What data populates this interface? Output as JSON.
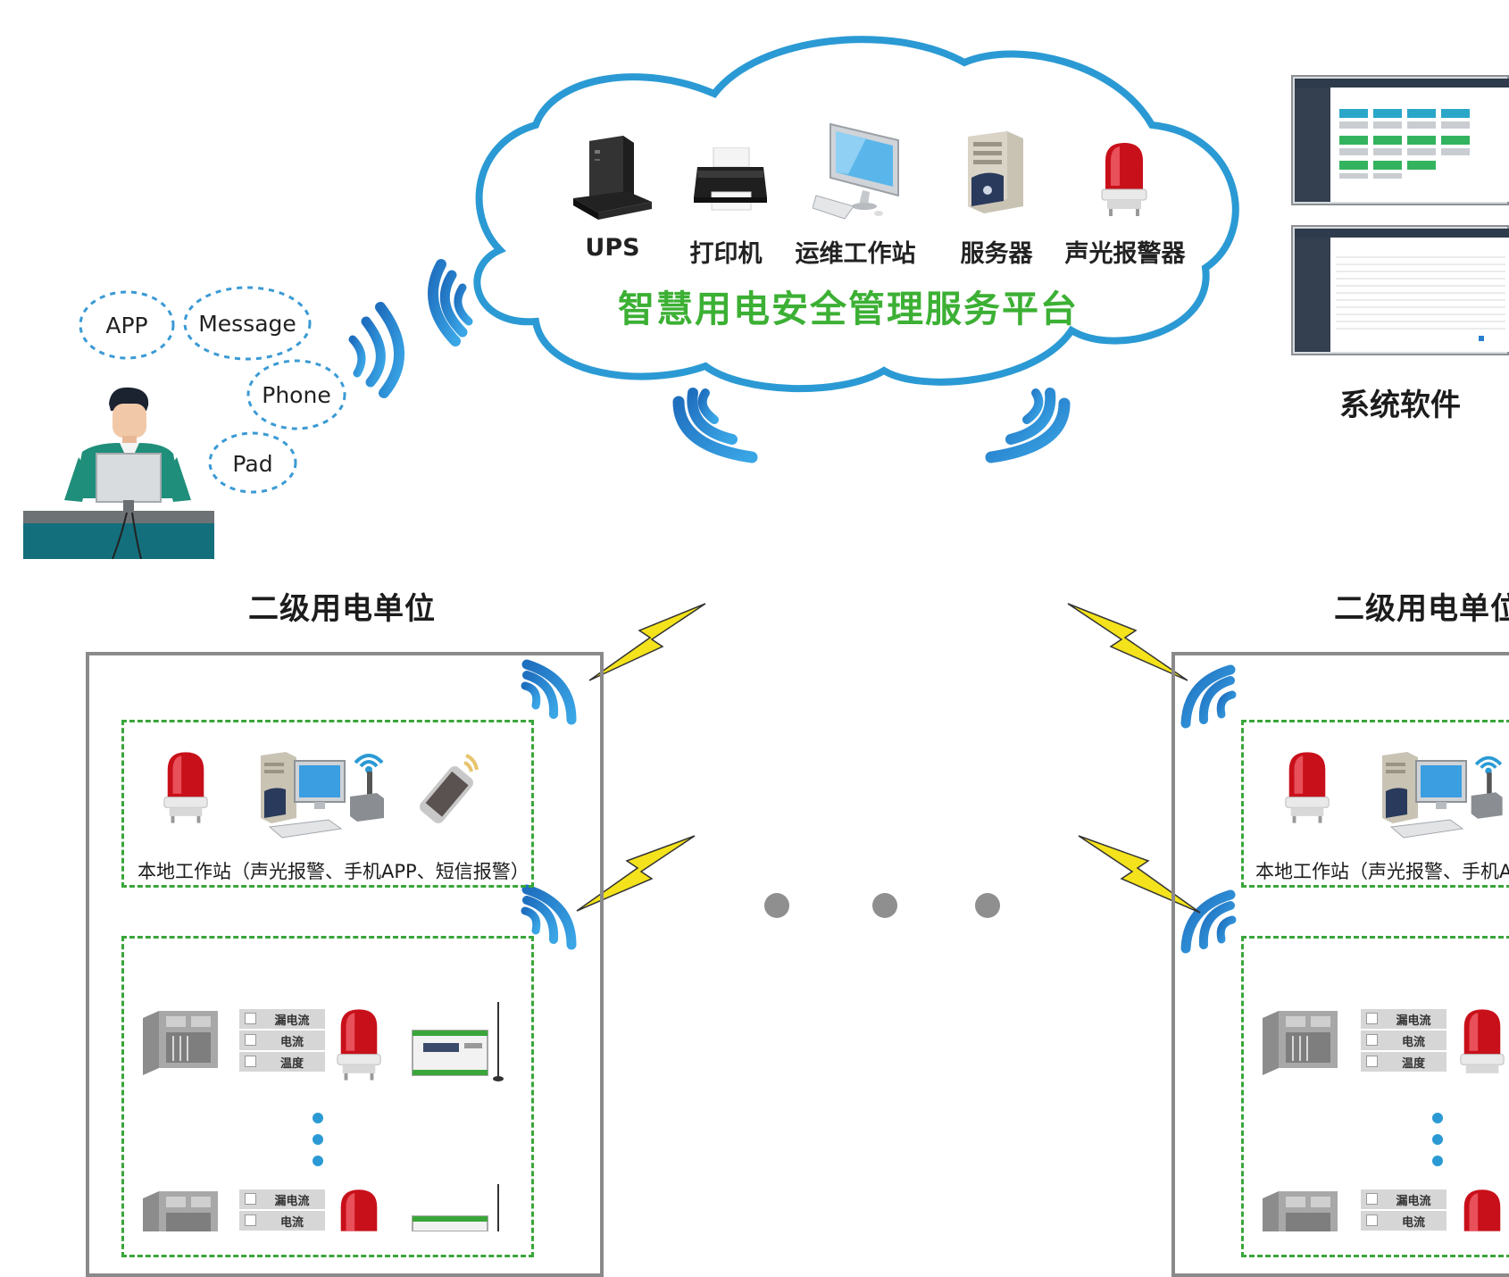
{
  "cloud": {
    "items": [
      {
        "label": "UPS",
        "icon": "ups-icon"
      },
      {
        "label": "打印机",
        "icon": "printer-icon"
      },
      {
        "label": "运维工作站",
        "icon": "workstation-icon"
      },
      {
        "label": "服务器",
        "icon": "server-icon"
      },
      {
        "label": "声光报警器",
        "icon": "alarm-light-icon"
      }
    ],
    "platform_title": "智慧用电安全管理服务平台"
  },
  "user_terminals": {
    "bubbles": [
      "APP",
      "Message",
      "Phone",
      "Pad"
    ]
  },
  "system_software": {
    "label": "系统软件"
  },
  "units": [
    {
      "title": "二级用电单位",
      "workstation_caption": "本地工作站（声光报警、手机APP、短信报警）",
      "sensor_tags": [
        "漏电流",
        "电流",
        "温度"
      ],
      "sensor_tags_partial": [
        "漏电流",
        "电流"
      ]
    },
    {
      "title": "二级用电单位",
      "workstation_caption": "本地工作站（声光报警、手机APP、短信报警）",
      "sensor_tags": [
        "漏电流",
        "电流",
        "温度"
      ],
      "sensor_tags_partial": [
        "漏电流",
        "电流"
      ]
    }
  ],
  "colors": {
    "cloud_border": "#2b9ad4",
    "platform_title": "#3cb034",
    "dashed_group": "#3aa63a",
    "unit_frame": "#8a8a8a",
    "wifi": "#1f6fbf",
    "lightning": "#f3e21c",
    "dots": "#8f8f8f",
    "vertical_dots": "#2b9ad4",
    "alarm_red": "#c8101a"
  }
}
